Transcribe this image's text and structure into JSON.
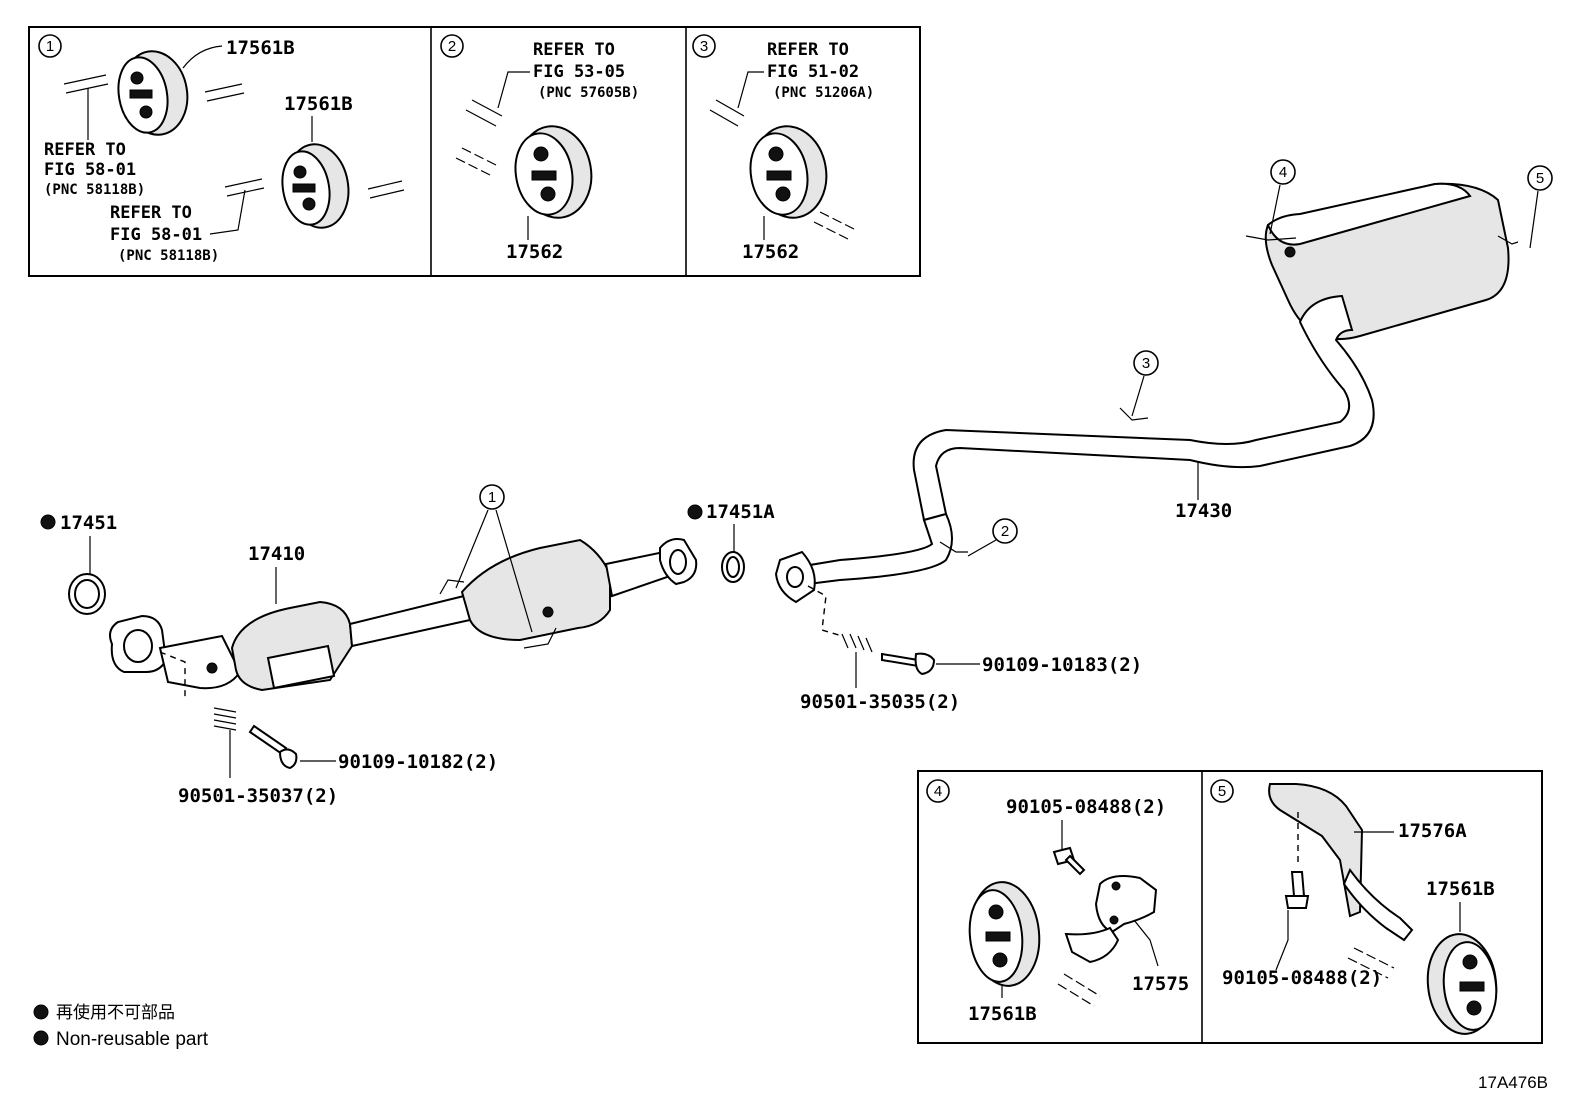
{
  "insets": {
    "inset1": {
      "num": "1",
      "pn_top": "17561B",
      "pn_mid": "17561B",
      "ref_a": {
        "line1": "REFER TO",
        "line2": "FIG 58-01",
        "line3": "(PNC 58118B)"
      },
      "ref_b": {
        "line1": "REFER TO",
        "line2": "FIG 58-01",
        "line3": "(PNC 58118B)"
      }
    },
    "inset2": {
      "num": "2",
      "ref": {
        "line1": "REFER TO",
        "line2": "FIG 53-05",
        "line3": "(PNC 57605B)"
      },
      "pn": "17562"
    },
    "inset3": {
      "num": "3",
      "ref": {
        "line1": "REFER TO",
        "line2": "FIG 51-02",
        "line3": "(PNC 51206A)"
      },
      "pn": "17562"
    },
    "inset4": {
      "num": "4",
      "bolt": "90105-08488(2)",
      "insulator": "17561B",
      "bracket": "17575"
    },
    "inset5": {
      "num": "5",
      "bracket": "17576A",
      "insulator": "17561B",
      "bolt": "90105-08488(2)"
    }
  },
  "main": {
    "gasket_front": "17451",
    "front_pipe": "17410",
    "gasket_center": "17451A",
    "center_pipe": "17430",
    "spring_front": "90501-35037(2)",
    "bolt_front": "90109-10182(2)",
    "spring_rear": "90501-35035(2)",
    "bolt_rear": "90109-10183(2)",
    "callouts": {
      "c1": "1",
      "c2": "2",
      "c3": "3",
      "c4": "4",
      "c5": "5"
    }
  },
  "legend": {
    "japanese": "再使用不可部品",
    "english": "Non-reusable part"
  },
  "figure_code": "17A476B"
}
